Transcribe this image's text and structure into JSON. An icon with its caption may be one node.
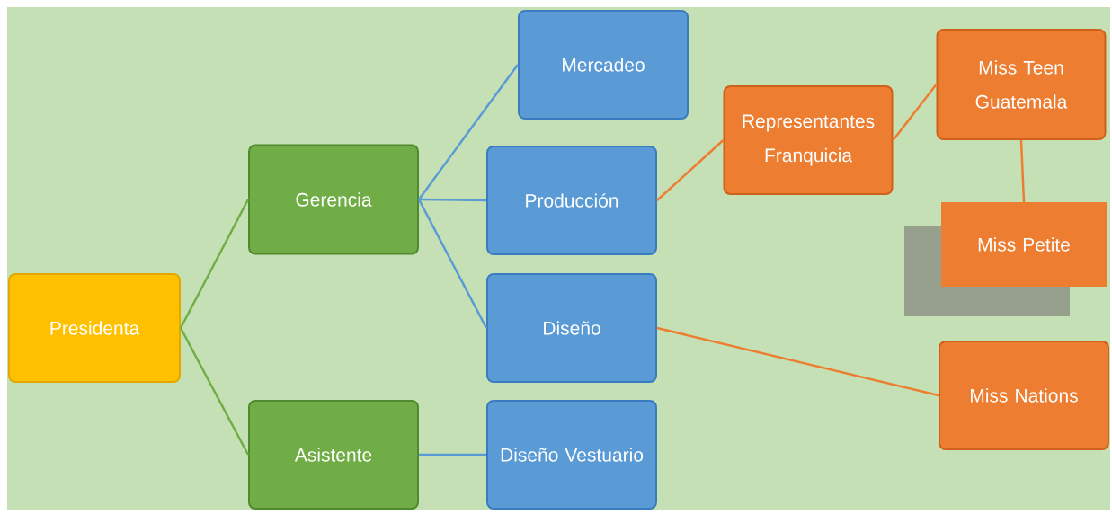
{
  "diagram": {
    "nodes": [
      {
        "text": [
          "Presidenta"
        ]
      },
      {
        "text": [
          "Gerencia"
        ]
      },
      {
        "text": [
          "Asistente"
        ]
      },
      {
        "text": [
          "Mercadeo"
        ]
      },
      {
        "text": [
          "Producción"
        ]
      },
      {
        "text": [
          "Diseño"
        ]
      },
      {
        "text": [
          "Diseño Vestuario"
        ]
      },
      {
        "text": [
          "Representantes Franquicia"
        ]
      },
      {
        "text": [
          "Miss Teen Guatemala"
        ]
      },
      {
        "text": [
          "Miss Petite"
        ]
      },
      {
        "text": [
          "Miss Nations"
        ]
      }
    ],
    "edges": [
      {
        "from": 0,
        "to": 1,
        "arrow": "none",
        "color": "#70ad47"
      },
      {
        "from": 0,
        "to": 2,
        "arrow": "none",
        "color": "#70ad47"
      },
      {
        "from": 1,
        "to": 3,
        "arrow": "none",
        "color": "#5b9bd5"
      },
      {
        "from": 1,
        "to": 4,
        "arrow": "none",
        "color": "#5b9bd5"
      },
      {
        "from": 1,
        "to": 5,
        "arrow": "none",
        "color": "#5b9bd5"
      },
      {
        "from": 2,
        "to": 6,
        "arrow": "none",
        "color": "#5b9bd5"
      },
      {
        "from": 4,
        "to": 7,
        "arrow": "none",
        "color": "#ed7d31"
      },
      {
        "from": 7,
        "to": 8,
        "arrow": "none",
        "color": "#ed7d31"
      },
      {
        "from": 8,
        "to": 9,
        "arrow": "none",
        "color": "#ed7d31"
      },
      {
        "from": 5,
        "to": 10,
        "arrow": "none",
        "color": "#ed7d31"
      }
    ]
  }
}
